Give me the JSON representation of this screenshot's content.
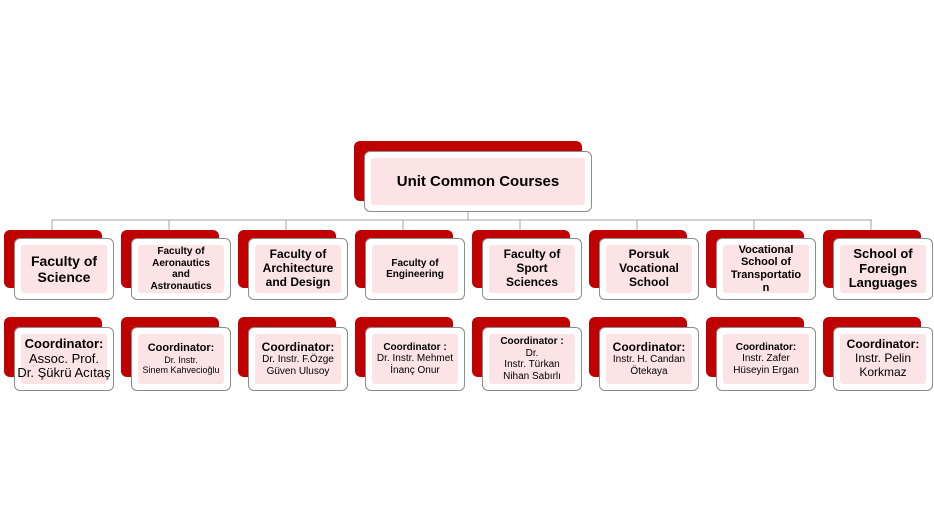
{
  "root": {
    "label": "Unit Common Courses"
  },
  "units": [
    {
      "name": "Faculty of\nScience",
      "coordinator_label": "Coordinator:",
      "coordinator": "Assoc. Prof.\nDr. Şükrü Acıtaş"
    },
    {
      "name": "Faculty of\nAeronautics\nand\nAstronautics",
      "coordinator_label": "Coordinator:",
      "coordinator": "Dr. Instr.\nSinem Kahvecioğlu"
    },
    {
      "name": "Faculty of\nArchitecture\nand Design",
      "coordinator_label": "Coordinator:",
      "coordinator": "Dr. Instr. F.Özge\nGüven Ulusoy"
    },
    {
      "name": "Faculty of\nEngineering",
      "coordinator_label": "Coordinator :",
      "coordinator": "Dr. Instr. Mehmet\nİnanç Onur"
    },
    {
      "name": "Faculty of\nSport\nSciences",
      "coordinator_label": "Coordinator :",
      "coordinator": "Dr.\nInstr. Türkan\nNihan Sabırlı"
    },
    {
      "name": "Porsuk\nVocational\nSchool",
      "coordinator_label": "Coordinator:",
      "coordinator": "Instr. H. Candan\nÖtekaya"
    },
    {
      "name": "Vocational\nSchool of\nTransportatio\nn",
      "coordinator_label": "Coordinator:",
      "coordinator": "Instr. Zafer\nHüseyin Ergan"
    },
    {
      "name": "School of\nForeign\nLanguages",
      "coordinator_label": "Coordinator:",
      "coordinator": "Instr. Pelin\nKorkmaz"
    }
  ],
  "colors": {
    "accent": "#c00000",
    "fill": "#fce4e6",
    "border": "#8c8c8c",
    "connector": "#a6a6a6"
  }
}
